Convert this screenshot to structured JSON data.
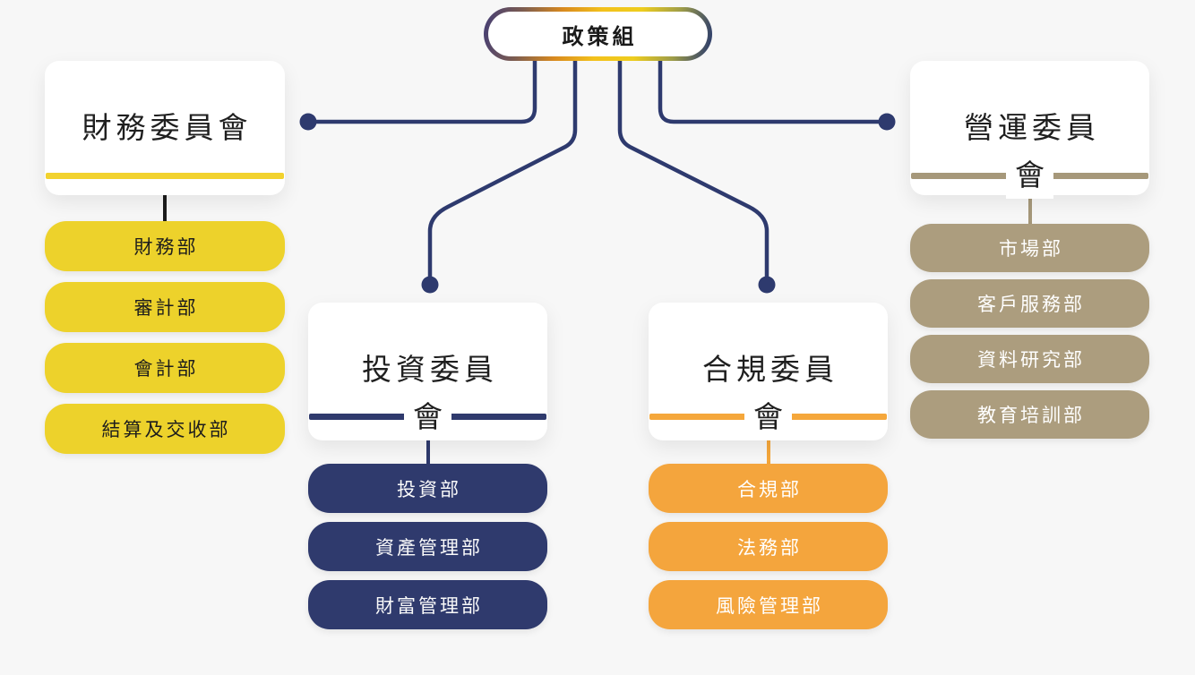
{
  "root": {
    "label": "政策組",
    "border_gradient": [
      "#433d75",
      "#7c5c50",
      "#d8891f",
      "#f3c11c",
      "#eecd1e",
      "#9d9c49",
      "#24356f"
    ]
  },
  "colors": {
    "background": "#f7f7f7",
    "connector": "#2e3a6e",
    "card": "#ffffff",
    "title_text": "#1f1f1f"
  },
  "committees": [
    {
      "name": "財務委員會",
      "title_lines": [
        "財務委員會"
      ],
      "accent": "#f2d22e",
      "stub_color": "#1c1c1c",
      "dept_fill": "#edd22b",
      "dept_text": "#1d1d1d",
      "departments": [
        "財務部",
        "審計部",
        "會計部",
        "結算及交收部"
      ]
    },
    {
      "name": "投資委員會",
      "title_lines": [
        "投資委員",
        "會"
      ],
      "accent": "#2f3a6d",
      "stub_color": "#2f3a6d",
      "dept_fill": "#2f3a6d",
      "dept_text": "#fafafa",
      "departments": [
        "投資部",
        "資產管理部",
        "財富管理部"
      ]
    },
    {
      "name": "合規委員會",
      "title_lines": [
        "合規委員",
        "會"
      ],
      "accent": "#f5a73b",
      "stub_color": "#f5a73b",
      "dept_fill": "#f4a53d",
      "dept_text": "#ffffff",
      "departments": [
        "合規部",
        "法務部",
        "風險管理部"
      ]
    },
    {
      "name": "營運委員會",
      "title_lines": [
        "營運委員",
        "會"
      ],
      "accent": "#a6987a",
      "stub_color": "#a6987a",
      "dept_fill": "#ac9d7e",
      "dept_text": "#ffffff",
      "departments": [
        "市場部",
        "客戶服務部",
        "資料研究部",
        "教育培訓部"
      ]
    }
  ]
}
